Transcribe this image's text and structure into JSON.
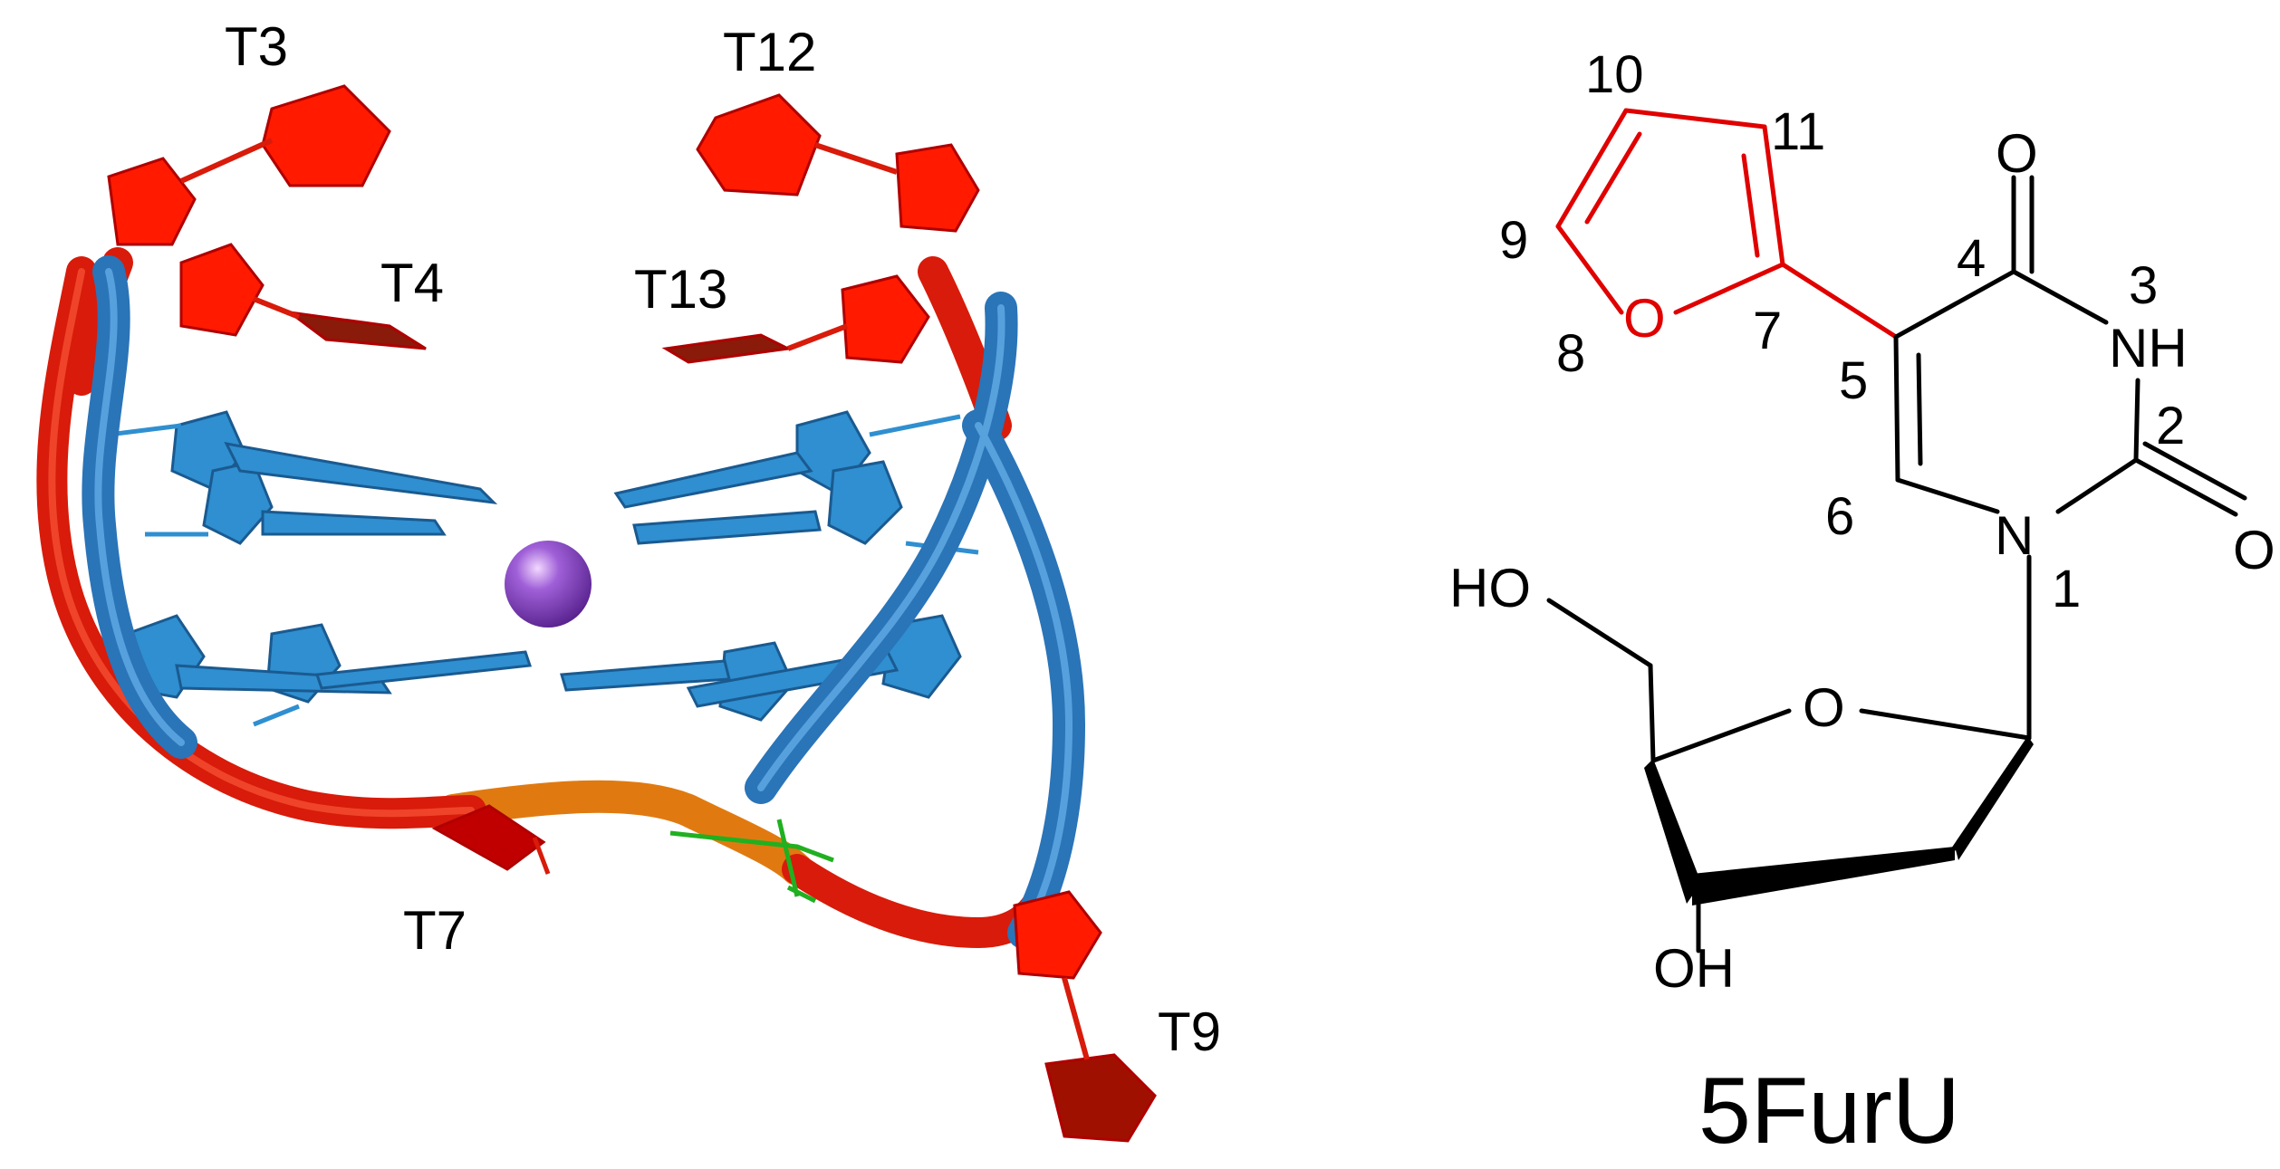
{
  "structure_labels": {
    "T3": "T3",
    "T4": "T4",
    "T7": "T7",
    "T9": "T9",
    "T12": "T12",
    "T13": "T13"
  },
  "molecule": {
    "name": "5FurU",
    "atoms": {
      "O_top": "O",
      "NH": "NH",
      "O_right": "O",
      "N1": "N",
      "HO": "HO",
      "O_sugar": "O",
      "OH": "OH",
      "O_furan": "O"
    },
    "numbers": {
      "n1": "1",
      "n2": "2",
      "n3": "3",
      "n4": "4",
      "n5": "5",
      "n6": "6",
      "n7": "7",
      "n8": "8",
      "n9": "9",
      "n10": "10",
      "n11": "11"
    }
  },
  "colors": {
    "backbone_red": "#d81b0a",
    "backbone_blue": "#2a74b8",
    "backbone_orange": "#e07a10",
    "base_blue": "#2f8fd0",
    "thymine_red": "#ff1a00",
    "ion_purple": "#7a3fb0",
    "furan_red": "#e00000"
  }
}
